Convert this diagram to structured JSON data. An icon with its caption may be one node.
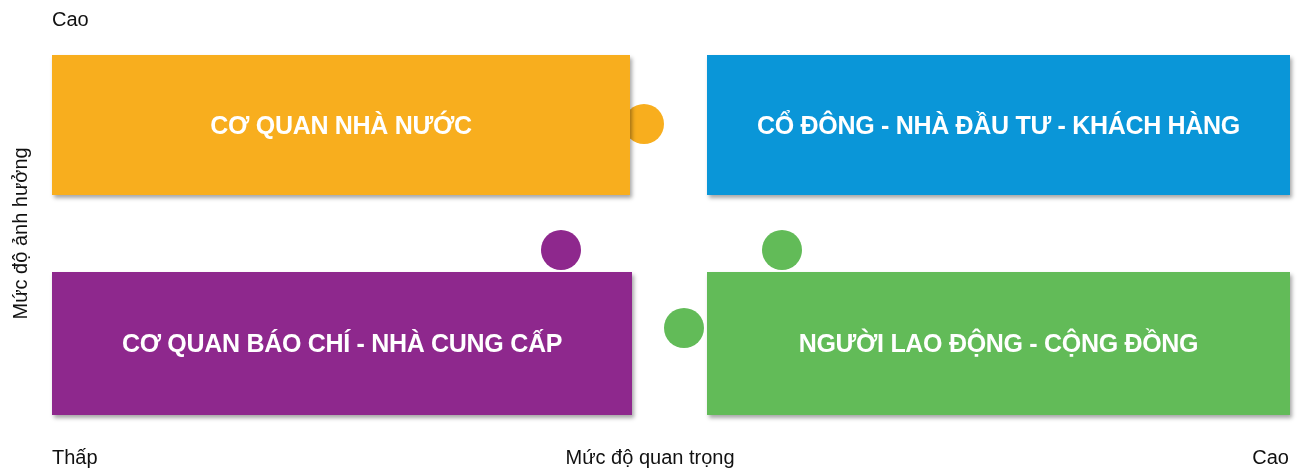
{
  "diagram": {
    "nodes": [
      {
        "text": [
          "CƠ QUAN NHÀ NƯỚC"
        ]
      },
      {
        "text": [
          "CỔ ĐÔNG - NHÀ ĐẦU TƯ - KHÁCH HÀNG"
        ]
      },
      {
        "text": [
          "CƠ QUAN BÁO CHÍ - NHÀ CUNG CẤP"
        ]
      },
      {
        "text": [
          "NGƯỜI LAO ĐỘNG - CỘNG ĐỒNG"
        ]
      }
    ],
    "labels": [
      "Cao",
      "Mức độ ảnh hưởng",
      "Thấp",
      "Mức độ quan trọng",
      "Cao"
    ]
  }
}
